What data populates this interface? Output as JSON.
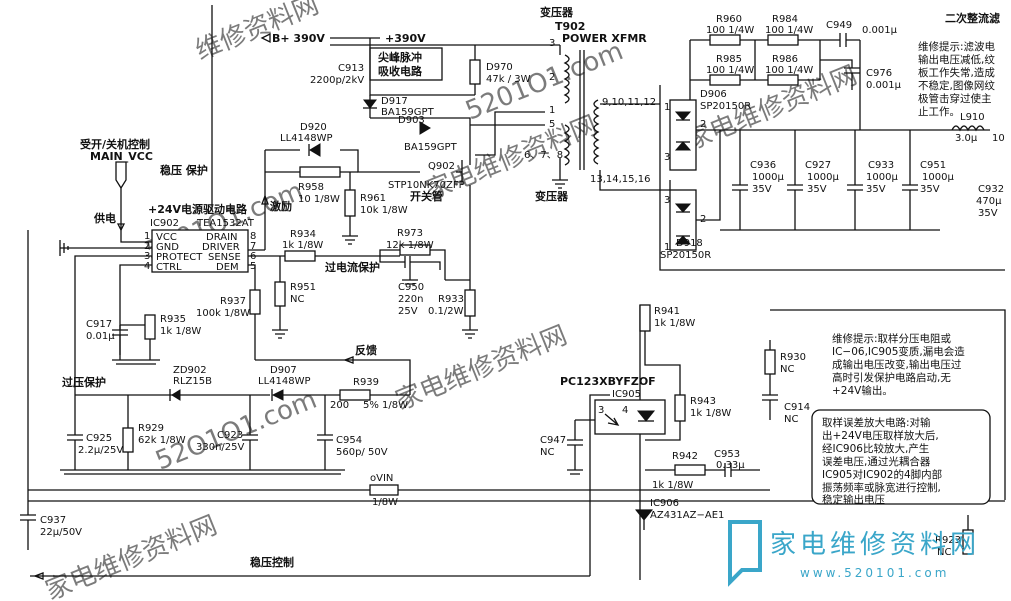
{
  "labels": {
    "b_plus": "B+ 390V",
    "plus390": "+390V",
    "snubber_1": "尖峰脉冲",
    "snubber_2": "吸收电路",
    "xfmr_1": "变压器",
    "xfmr_2": "T902",
    "xfmr_3": "POWER XFMR",
    "xfmr_bottom": "变压器",
    "secondary_title": "二次整流滤",
    "power_ctrl_1": "受开/关机控制",
    "power_ctrl_2": "MAIN_VCC",
    "stab_protect": "稳压  保护",
    "supply": "供电",
    "drive_circuit": "+24V电源驱动电路",
    "excite": "激励",
    "switch_tube": "开关管",
    "overcurrent": "过电流保护",
    "feedback": "反馈",
    "overvoltage": "过压保护",
    "stab_control": "稳压控制"
  },
  "pins": {
    "pin3": "3",
    "pin2": "2",
    "pin1": "1",
    "pin5": "5",
    "pin678": "6、7、8",
    "pin9_12": "9,10,11,12",
    "pin13_16": "13,14,15,16",
    "d906_2": "2",
    "d906_1": "1",
    "d906_3": "3",
    "d918_3": "3",
    "d918_2": "2",
    "d918_1": "1",
    "ic902_8": "8",
    "ic902_7": "7",
    "ic902_6": "6",
    "ic902_5": "5",
    "ic902_1": "1",
    "ic902_2": "2",
    "ic902_3": "3",
    "ic902_4": "4",
    "pc_3": "3",
    "pc_4": "4"
  },
  "ic902": {
    "ref": "IC902",
    "part": "TEA1532AT",
    "pin_vcc": "VCC",
    "pin_gnd": "GND",
    "pin_protect": "PROTECT",
    "pin_ctrl": "CTRL",
    "pin_drain": "DRAIN",
    "pin_driver": "DRIVER",
    "pin_sense": "SENSE",
    "pin_dem": "DEM"
  },
  "components": {
    "c913_ref": "C913",
    "c913_val": "2200p/2kV",
    "d970_ref": "D970",
    "d970_val": "47k / 3W",
    "d917_ref": "D917",
    "d917_val": "BA159GPT",
    "d903_ref": "D903",
    "d903_val": "BA159GPT",
    "d920_ref": "D920",
    "d920_val": "LL4148WP",
    "r958_ref": "R958",
    "r958_val": "10   1/8W",
    "r961_ref": "R961",
    "r961_val": "10k 1/8W",
    "q902_ref": "Q902",
    "q902_val": "STP10NK70ZFP",
    "r934_ref": "R934",
    "r934_val": "1k 1/8W",
    "r973_ref": "R973",
    "r973_val": "12k 1/8W",
    "r951_ref": "R951",
    "r951_val": "NC",
    "c950_ref": "C950",
    "c950_val1": "220n",
    "c950_val2": "25V",
    "r933_ref": "R933",
    "r933_val": "0.1/2W",
    "r937_ref": "R937",
    "r937_val": "100k 1/8W",
    "c917_ref": "C917",
    "c917_val": "0.01μ",
    "r935_ref": "R935",
    "r935_val": "1k 1/8W",
    "zd902_ref": "ZD902",
    "zd902_val": "RLZ15B",
    "d907_ref": "D907",
    "d907_val": "LL4148WP",
    "r939_ref": "R939",
    "r939_val1": "200",
    "r939_val2": "5% 1/8W",
    "c925_ref": "C925",
    "c925_val": "2.2μ/25V",
    "r929_ref": "R929",
    "r929_val": "62k 1/8W",
    "c923_ref": "C923",
    "c923_val": "330n/25V",
    "c954_ref": "C954",
    "c954_val": "560p/ 50V",
    "ovin_ref": "oVIN",
    "ovin_val": "1/8W",
    "c937_ref": "C937",
    "c937_val": "22μ/50V",
    "r960_ref": "R960",
    "r960_val": "100 1/4W",
    "r984_ref": "R984",
    "r984_val": "100 1/4W",
    "r985_ref": "R985",
    "r985_val": "100 1/4W",
    "r986_ref": "R986",
    "r986_val": "100 1/4W",
    "c949_ref": "C949",
    "c949_val": "0.001μ",
    "c976_ref": "C976",
    "c976_val": "0.001μ",
    "d906_ref": "D906",
    "d906_val": "SP20150R",
    "d918_ref": "D918",
    "d918_val": "SP20150R",
    "c936_ref": "C936",
    "c936_val1": "1000μ",
    "c936_val2": "35V",
    "c927_ref": "C927",
    "c927_val1": "1000μ",
    "c927_val2": "35V",
    "c933_ref": "C933",
    "c933_val1": "1000μ",
    "c933_val2": "35V",
    "c951_ref": "C951",
    "c951_val1": "1000μ",
    "c951_val2": "35V",
    "c932_ref": "C932",
    "c932_val1": "470μ",
    "c932_val2": "35V",
    "l910_ref": "L910",
    "l910_val1": "3.0μ",
    "l910_val2": "10",
    "r941_ref": "R941",
    "r941_val": "1k 1/8W",
    "pc_ref": "PC123XBYFZOF",
    "ic905_ref": "IC905",
    "r943_ref": "R943",
    "r943_val": "1k 1/8W",
    "c947_ref": "C947",
    "c947_val": "NC",
    "r942_ref": "R942",
    "r942_val": "1k 1/8W",
    "c953_ref": "C953",
    "c953_val": "0.33μ",
    "ic906_ref": "IC906",
    "ic906_val": "AZ431AZ−AE1",
    "r930_ref": "R930",
    "r930_val": "NC",
    "c914_ref": "C914",
    "c914_val": "NC",
    "r923_ref": "R923",
    "r923_val": "NC"
  },
  "notes": {
    "tip1": [
      "维修提示:滤波电",
      "输出电压减低,纹",
      "板工作失常,造成",
      "不稳定,图像网纹",
      "极管击穿过使主",
      "止工作。"
    ],
    "tip2": [
      "维修提示:取样分压电阻或",
      "IC−06,IC905变质,漏电会造",
      "成输出电压改变,输出电压过",
      "高时引发保护电路启动,无",
      "+24V输出。"
    ],
    "tip3": [
      "取样误差放大电路:对输",
      "出+24V电压取样放大后,",
      "经IC906比较放大,产生",
      "误差电压,通过光耦合器",
      "IC905对IC902的4脚内部",
      "振荡频率或脉宽进行控制,",
      "稳定输出电压"
    ]
  },
  "watermarks": [
    "维修资料网",
    "5201O1.com",
    "家电维修资料网",
    "5201O1.com",
    "家电维修资料网",
    "家电维修资料网",
    "52O1O1.com",
    "家电维修资料网"
  ],
  "logo": {
    "text": "家电维修资料网",
    "url": "www.520101.com",
    "color": "#3aa6c9"
  }
}
